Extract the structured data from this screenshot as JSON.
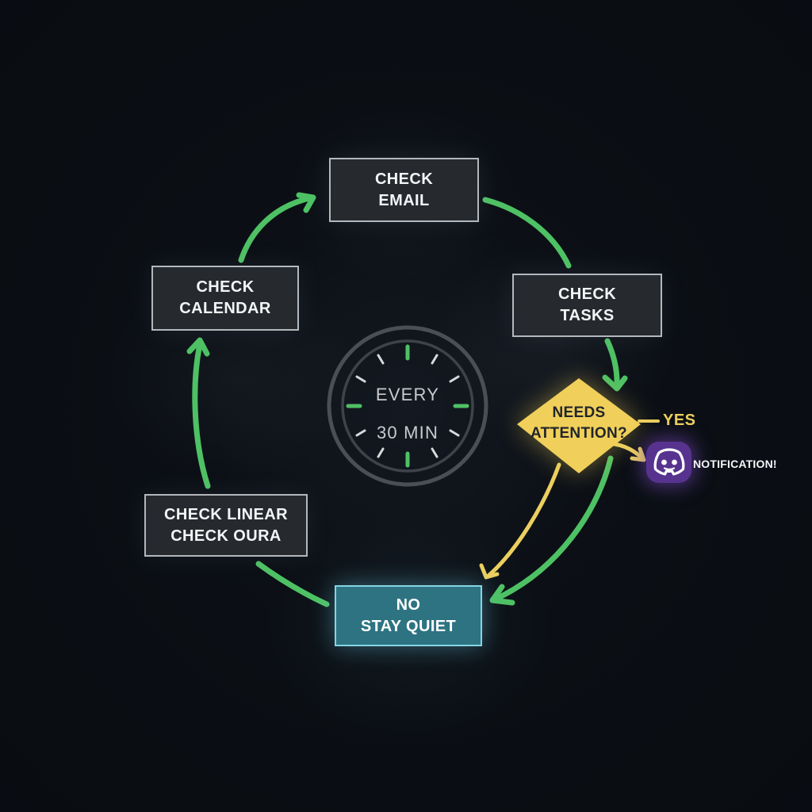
{
  "diagram": {
    "type": "flowchart-cycle",
    "description": "agent check loop"
  },
  "colors": {
    "background": "#0a0e13",
    "arrow_green": "#4ec164",
    "arrow_yellow": "#eccf5e",
    "box_fill": "#26292e",
    "box_border": "#b3b8bd",
    "box_text": "#f3f5f6",
    "quiet_fill": "#2d7382",
    "quiet_border": "#85d5e3",
    "diamond_fill": "#f0d05a",
    "diamond_text": "#21252b",
    "discord_purple": "#57338f",
    "clock_ring": "#4a4f55",
    "clock_tick_minor": "#d6dadd",
    "clock_text": "#c7cbcf"
  },
  "nodes": {
    "check_email": {
      "line1": "CHECK",
      "line2": "EMAIL"
    },
    "check_tasks": {
      "line1": "CHECK",
      "line2": "TASKS"
    },
    "check_calendar": {
      "line1": "CHECK",
      "line2": "CALENDAR"
    },
    "check_linear_oura": {
      "line1": "CHECK LINEAR",
      "line2": "CHECK OURA"
    },
    "stay_quiet": {
      "line1": "NO",
      "line2": "STAY QUIET"
    },
    "needs_attention": {
      "line1": "NEEDS",
      "line2": "ATTENTION?"
    }
  },
  "clock": {
    "line1": "EVERY",
    "line2": "30 MIN"
  },
  "labels": {
    "yes": "YES",
    "notification": "NOTIFICATION!"
  },
  "icons": {
    "discord": "discord-icon",
    "clock": "clock-icon"
  }
}
